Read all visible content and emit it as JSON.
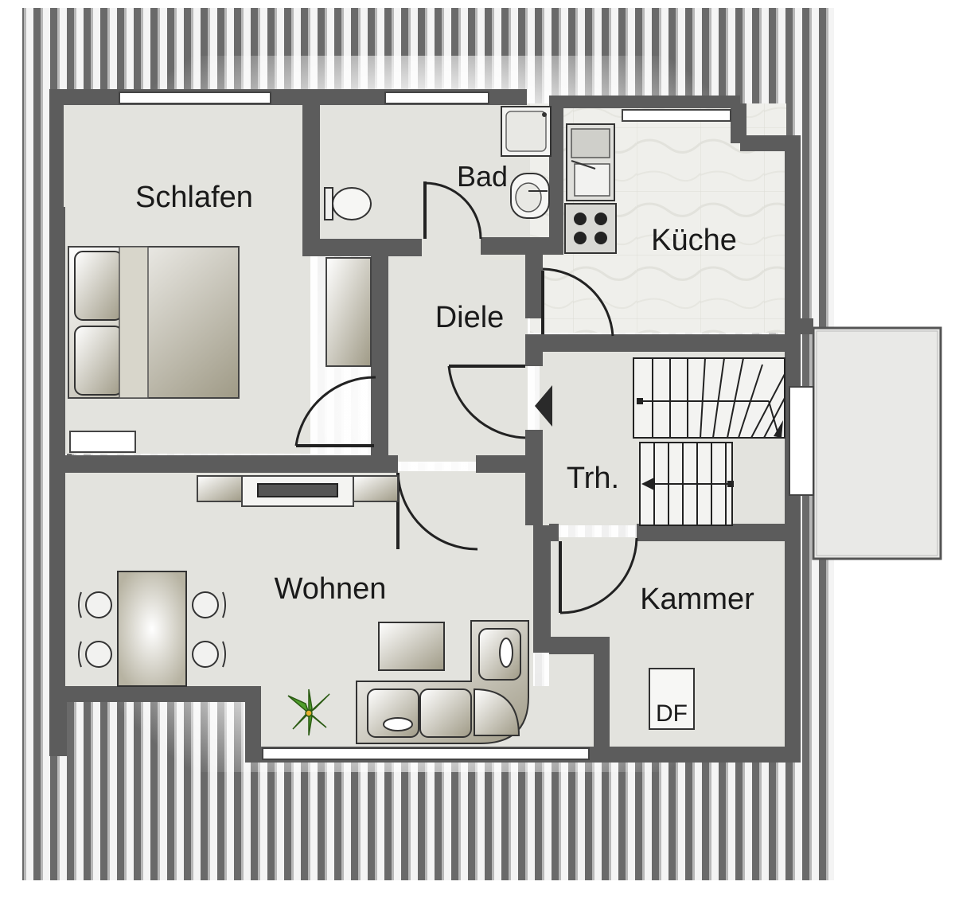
{
  "rooms": {
    "schlafen": "Schlafen",
    "bad": "Bad",
    "kueche": "Küche",
    "diele": "Diele",
    "treppenhaus": "Trh.",
    "wohnen": "Wohnen",
    "kammer": "Kammer"
  },
  "markers": {
    "dachfenster": "DF"
  },
  "colors": {
    "wall": "#5a5a5a",
    "floor": "#e4e4df",
    "roof_stripe": "#6b6b6b",
    "roof_light": "#f2f2f2",
    "furniture": "#cfcdc2",
    "kitchen_tile": "#efefea",
    "plant": "#4a9a2a"
  },
  "icons": [
    "bed-icon",
    "toilet-icon",
    "shower-icon",
    "sink-icon",
    "stove-icon",
    "kitchen-sink-icon",
    "sofa-icon",
    "dining-table-icon",
    "chair-icon",
    "tv-icon",
    "plant-icon",
    "staircase-icon",
    "door-swing-icon"
  ]
}
